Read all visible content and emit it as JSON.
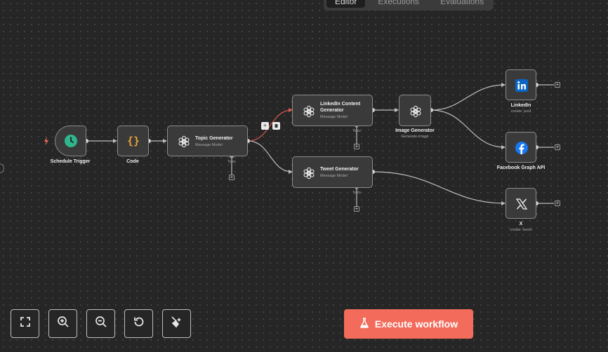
{
  "tabs": [
    {
      "label": "Editor",
      "active": true
    },
    {
      "label": "Executions",
      "active": false
    },
    {
      "label": "Evaluations",
      "active": false
    }
  ],
  "nodes": {
    "schedule_trigger": {
      "title": "Schedule Trigger",
      "icon": "clock-icon"
    },
    "code": {
      "title": "Code",
      "icon": "braces-icon"
    },
    "topic_generator": {
      "title": "Topic Generator",
      "subtitle": "Message Model",
      "tools_label": "Tools",
      "icon": "openai-icon"
    },
    "linkedin_content_generator": {
      "title_line1": "LinkedIn Content",
      "title_line2": "Generator",
      "subtitle": "Message Model",
      "tools_label": "Tools",
      "icon": "openai-icon"
    },
    "tweet_generator": {
      "title": "Tweet Generator",
      "subtitle": "Message Model",
      "tools_label": "Tools",
      "icon": "openai-icon"
    },
    "image_generator": {
      "title": "Image Generator",
      "subtitle": "Generate image",
      "icon": "openai-icon"
    },
    "linkedin": {
      "title": "LinkedIn",
      "subtitle": "create: post",
      "icon": "linkedin-icon"
    },
    "facebook": {
      "title": "Facebook Graph API",
      "icon": "facebook-icon"
    },
    "x": {
      "title": "X",
      "subtitle": "create: tweet",
      "icon": "x-logo-icon"
    }
  },
  "controls": {
    "fit_view": "fit-view-icon",
    "zoom_in": "zoom-in-icon",
    "zoom_out": "zoom-out-icon",
    "reset_zoom": "reset-zoom-icon",
    "tidy_up": "tidy-up-icon"
  },
  "execute_button": {
    "label": "Execute workflow",
    "icon": "flask-icon"
  },
  "colors": {
    "canvas": "#262626",
    "node_bg": "#3a3a3a",
    "node_border": "#8c8c8c",
    "accent": "#f26b5b",
    "clock": "#2fb58c",
    "braces": "#e8a23a",
    "linkedin": "#0a66c2",
    "facebook": "#1877f2",
    "active_edge": "#d9594c"
  }
}
